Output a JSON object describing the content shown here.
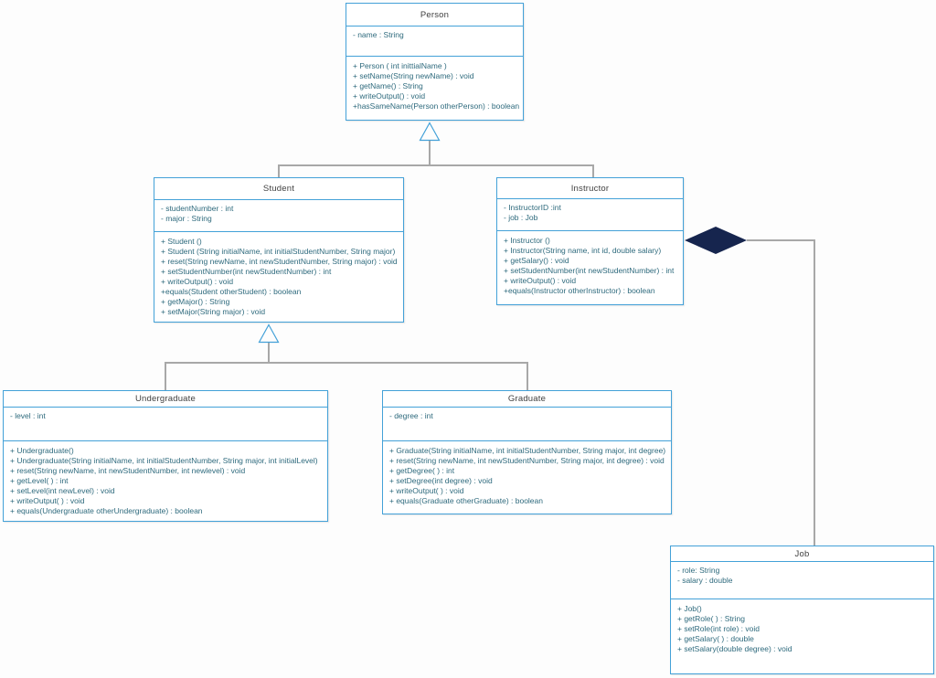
{
  "diagram": {
    "type": "uml-class-diagram",
    "classes": [
      {
        "id": "person",
        "title": "Person",
        "attributes": [
          "- name : String"
        ],
        "methods": [
          "+ Person ( int inittialName )",
          "+ setName(String newName) : void",
          "+ getName() : String",
          "+ writeOutput() : void",
          "+hasSameName(Person otherPerson) : boolean"
        ]
      },
      {
        "id": "student",
        "title": "Student",
        "attributes": [
          "- studentNumber : int",
          "- major : String"
        ],
        "methods": [
          "+ Student ()",
          "+ Student (String initialName, int initialStudentNumber, String major)",
          "+ reset(String newName, int newStudentNumber, String major) : void",
          "+ setStudentNumber(int newStudentNumber) : int",
          "+ writeOutput() : void",
          "+equals(Student otherStudent) : boolean",
          "+ getMajor() : String",
          "+ setMajor(String major) : void"
        ]
      },
      {
        "id": "instructor",
        "title": "Instructor",
        "attributes": [
          "- InstructorID :int",
          "- job : Job"
        ],
        "methods": [
          "+ Instructor ()",
          "+ Instructor(String name, int id, double salary)",
          "+ getSalary() : void",
          "+ setStudentNumber(int newStudentNumber) : int",
          "+ writeOutput() : void",
          "+equals(Instructor otherInstructor) : boolean"
        ]
      },
      {
        "id": "undergraduate",
        "title": "Undergraduate",
        "attributes": [
          "- level : int"
        ],
        "methods": [
          "+ Undergraduate()",
          "+ Undergraduate(String initialName, int initialStudentNumber, String major, int initialLevel)",
          "+ reset(String newName, int newStudentNumber, int newlevel) : void",
          "+ getLevel( ) : int",
          "+ setLevel(int newLevel) : void",
          "+ writeOutput( ) : void",
          "+ equals(Undergraduate otherUndergraduate) : boolean"
        ]
      },
      {
        "id": "graduate",
        "title": "Graduate",
        "attributes": [
          "- degree : int"
        ],
        "methods": [
          "+ Graduate(String initialName, int initialStudentNumber, String major, int degree)",
          "+ reset(String newName, int newStudentNumber, String major, int degree) : void",
          "+ getDegree( ) : int",
          "+ setDegree(int degree) : void",
          "+ writeOutput( ) : void",
          "+ equals(Graduate otherGraduate) : boolean"
        ]
      },
      {
        "id": "job",
        "title": "Job",
        "attributes": [
          "- role: String",
          "- salary : double"
        ],
        "methods": [
          "+ Job()",
          "+ getRole( ) : String",
          "+ setRole(int role) : void",
          "+ getSalary( ) : double",
          "+ setSalary(double degree) : void"
        ]
      }
    ],
    "relationships": [
      {
        "type": "inheritance",
        "from": "Student",
        "to": "Person"
      },
      {
        "type": "inheritance",
        "from": "Instructor",
        "to": "Person"
      },
      {
        "type": "inheritance",
        "from": "Undergraduate",
        "to": "Student"
      },
      {
        "type": "inheritance",
        "from": "Graduate",
        "to": "Student"
      },
      {
        "type": "composition",
        "from": "Instructor",
        "to": "Job"
      }
    ],
    "colors": {
      "box_border": "#43a1d8",
      "title_text": "#3f3f3f",
      "member_text": "#2e6a7d",
      "connector": "#a8a8a8",
      "composition_diamond": "#16254e",
      "background": "#fdfdfd"
    }
  }
}
